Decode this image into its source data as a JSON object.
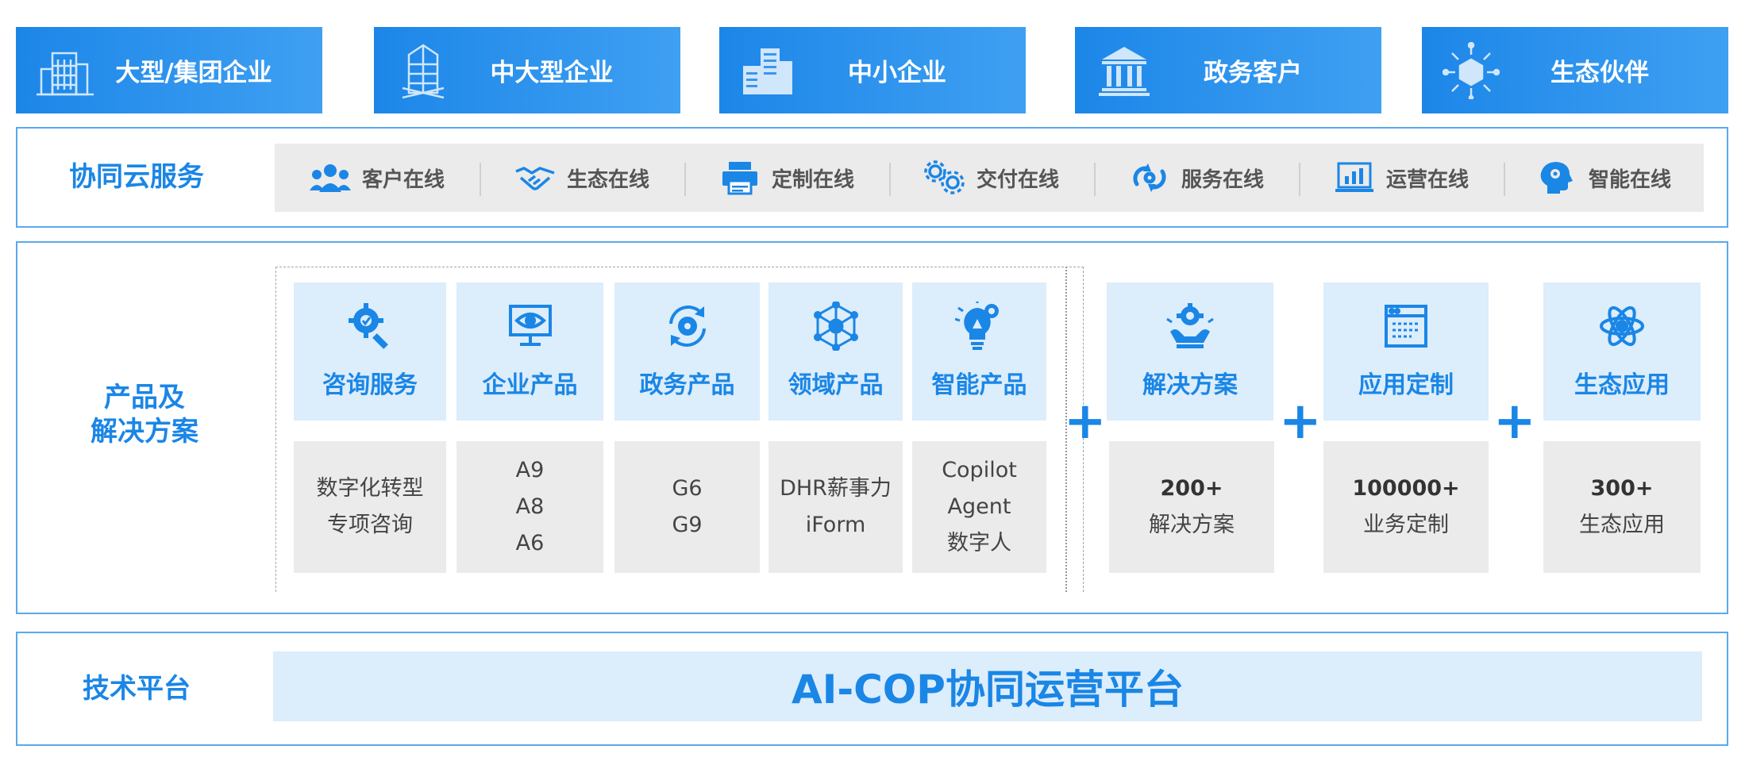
{
  "customer_segments": [
    {
      "label": "大型/集团企业",
      "icon": "office-buildings-icon"
    },
    {
      "label": "中大型企业",
      "icon": "tower-building-icon"
    },
    {
      "label": "中小企业",
      "icon": "small-buildings-icon"
    },
    {
      "label": "政务客户",
      "icon": "government-building-icon"
    },
    {
      "label": "生态伙伴",
      "icon": "ecosystem-cube-icon"
    }
  ],
  "cloud_service": {
    "title": "协同云服务",
    "items": [
      {
        "label": "客户在线",
        "icon": "customers-icon"
      },
      {
        "label": "生态在线",
        "icon": "handshake-icon"
      },
      {
        "label": "定制在线",
        "icon": "printer-icon"
      },
      {
        "label": "交付在线",
        "icon": "gears-icon"
      },
      {
        "label": "服务在线",
        "icon": "refresh-loop-icon"
      },
      {
        "label": "运营在线",
        "icon": "monitor-chart-icon"
      },
      {
        "label": "智能在线",
        "icon": "ai-head-icon"
      }
    ]
  },
  "products": {
    "title_line1": "产品及",
    "title_line2": "解决方案",
    "plus_sign": "+",
    "core": [
      {
        "label": "咨询服务",
        "icon": "gear-search-icon",
        "lines": [
          "数字化转型",
          "专项咨询"
        ]
      },
      {
        "label": "企业产品",
        "icon": "monitor-eye-icon",
        "lines": [
          "A9",
          "A8",
          "A6"
        ]
      },
      {
        "label": "政务产品",
        "icon": "gear-cycle-icon",
        "lines": [
          "G6",
          "G9"
        ]
      },
      {
        "label": "领域产品",
        "icon": "network-hex-icon",
        "lines": [
          "DHR薪事力",
          "iForm"
        ]
      },
      {
        "label": "智能产品",
        "icon": "lightbulb-gear-icon",
        "lines": [
          "Copilot",
          "Agent",
          "数字人"
        ]
      }
    ],
    "extras": [
      {
        "label": "解决方案",
        "icon": "gear-hand-icon",
        "count": "200+",
        "sub": "解决方案"
      },
      {
        "label": "应用定制",
        "icon": "web-window-icon",
        "count": "100000+",
        "sub": "业务定制"
      },
      {
        "label": "生态应用",
        "icon": "atom-icon",
        "count": "300+",
        "sub": "生态应用"
      }
    ]
  },
  "tech_platform": {
    "title": "技术平台",
    "platform_name": "AI-COP协同运营平台"
  }
}
